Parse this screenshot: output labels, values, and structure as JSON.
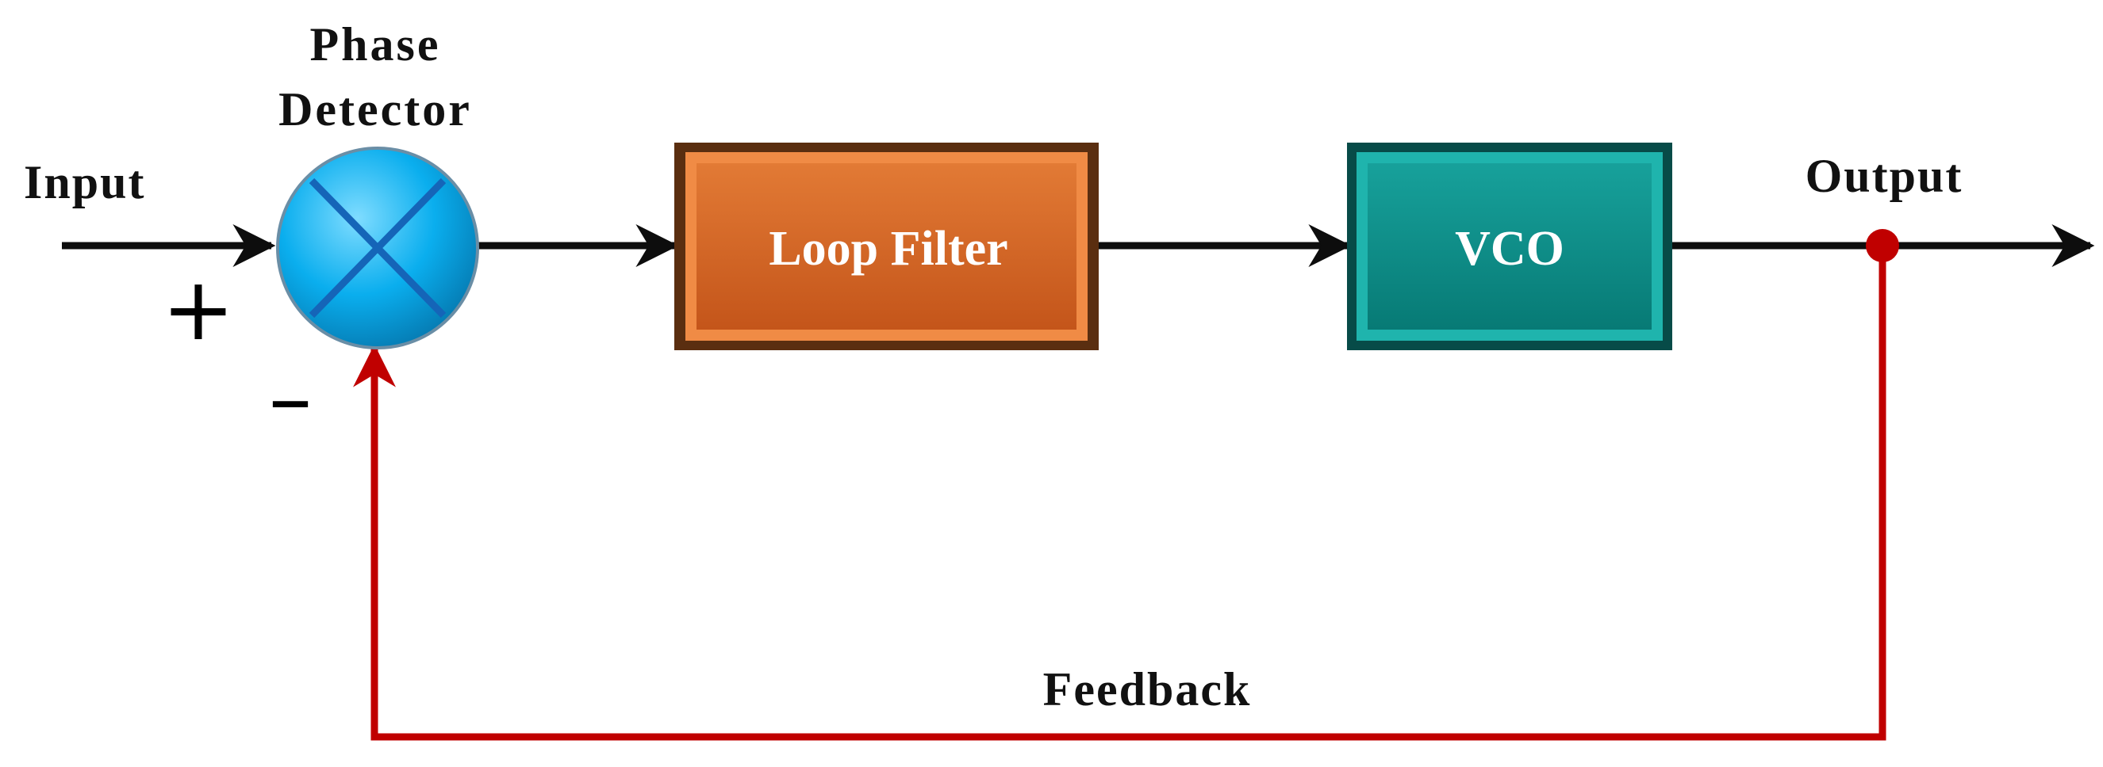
{
  "labels": {
    "phase_detector_line1": "Phase",
    "phase_detector_line2": "Detector",
    "input": "Input",
    "output": "Output",
    "feedback": "Feedback",
    "plus": "+",
    "minus": "–"
  },
  "blocks": {
    "loop_filter": "Loop Filter",
    "vco": "VCO"
  },
  "colors": {
    "signal_line": "#0d0d0d",
    "feedback_line": "#c00000",
    "loop_filter_fill": "#d2611b",
    "vco_fill": "#0a8782",
    "phase_detector_fill": "#0aaeee",
    "output_node": "#c00000"
  }
}
